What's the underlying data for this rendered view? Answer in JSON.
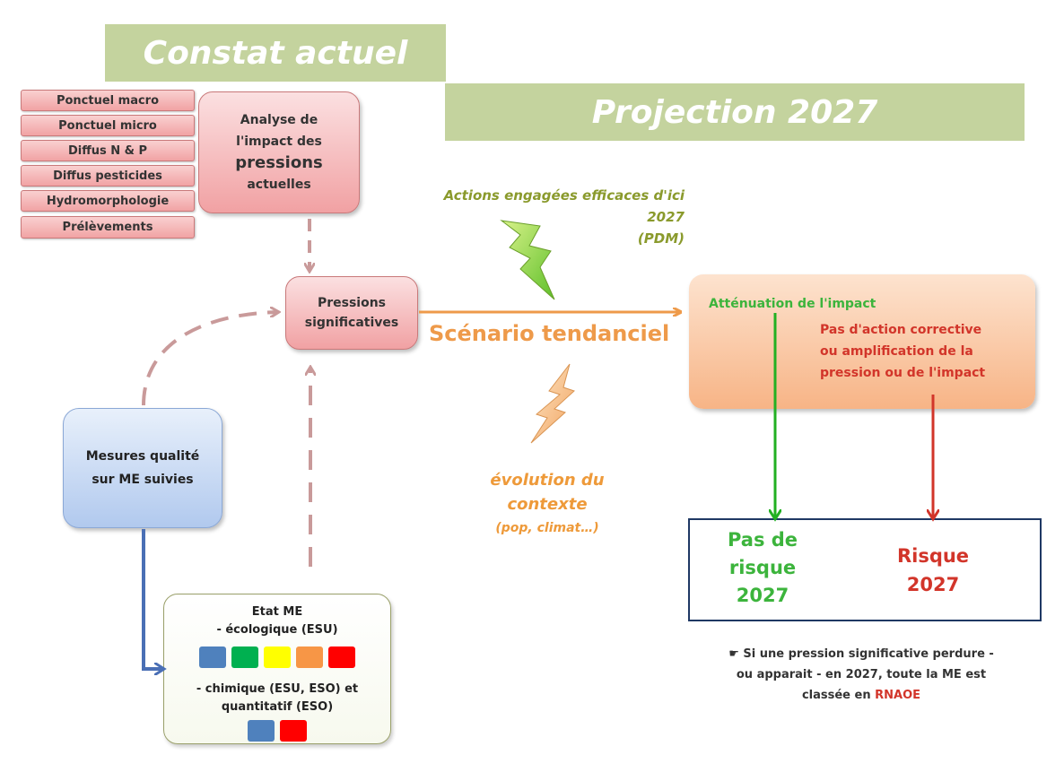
{
  "banners": {
    "constat": "Constat actuel",
    "projection": "Projection 2027"
  },
  "pressures": [
    "Ponctuel macro",
    "Ponctuel micro",
    "Diffus N & P",
    "Diffus pesticides",
    "Hydromorphologie",
    "Prélèvements"
  ],
  "analyse": {
    "line1": "Analyse de",
    "line2": "l'impact des",
    "line3": "pressions",
    "line4": "actuelles"
  },
  "pressions_box": {
    "line1": "Pressions",
    "line2": "significatives"
  },
  "mesures": {
    "line1": "Mesures qualité",
    "line2": "sur ME suivies"
  },
  "etat": {
    "title": "Etat ME",
    "ecologique": "- écologique (ESU)",
    "chimique": "- chimique (ESU, ESO) et",
    "quantitatif": "quantitatif (ESO)",
    "eco_colors": [
      "#4f81bd",
      "#00b050",
      "#ffff00",
      "#f79646",
      "#ff0000"
    ],
    "chem_colors": [
      "#4f81bd",
      "#ff0000"
    ]
  },
  "actions": {
    "line1": "Actions engagées efficaces d'ici",
    "line2": "2027",
    "line3": "(PDM)"
  },
  "scenario": "Scénario tendanciel",
  "evolution": {
    "line1": "évolution du",
    "line2": "contexte",
    "line3": "(pop, climat…)"
  },
  "projection_box": {
    "attenuation": "Atténuation de l'impact",
    "pas_action_1": "Pas d'action corrective",
    "pas_action_2": "ou amplification de la",
    "pas_action_3": "pression ou de l'impact"
  },
  "results": {
    "pas_risque_1": "Pas de",
    "pas_risque_2": "risque",
    "pas_risque_3": "2027",
    "risque_1": "Risque",
    "risque_2": "2027"
  },
  "note": {
    "icon": "pointing-hand-icon",
    "line1": "Si une pression significative perdure -",
    "line2": "ou apparait - en 2027, toute la ME est",
    "line3": "classée en",
    "highlight": "RNAOE"
  },
  "colors": {
    "banner": "#c4d39e",
    "pink": "#f1a3a4",
    "green": "#3cb43c",
    "red": "#d2352a",
    "orange": "#ee9a4a",
    "olive": "#8a9a2c",
    "blue_arrow": "#4a6fb5",
    "dashed_arrow": "#c99a9a"
  }
}
